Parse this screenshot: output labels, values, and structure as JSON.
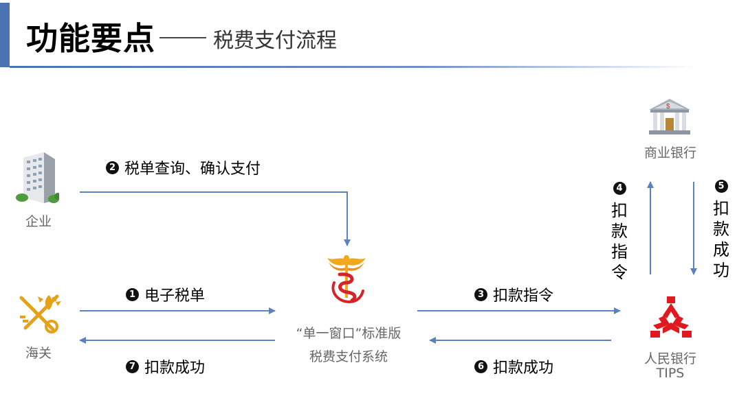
{
  "header": {
    "title": "功能要点",
    "subtitle": "税费支付流程"
  },
  "nodes": {
    "enterprise": "企业",
    "customs": "海关",
    "system_line1": "“单一窗口”标准版",
    "system_line2": "税费支付系统",
    "bank": "商业银行",
    "pbc_line1": "人民银行",
    "pbc_line2": "TIPS"
  },
  "steps": [
    {
      "num": "1",
      "label": "电子税单"
    },
    {
      "num": "2",
      "label": "税单查询、确认支付"
    },
    {
      "num": "3",
      "label": "扣款指令"
    },
    {
      "num": "4",
      "label": "扣款指令"
    },
    {
      "num": "5",
      "label": "扣款成功"
    },
    {
      "num": "6",
      "label": "扣款成功"
    },
    {
      "num": "7",
      "label": "扣款成功"
    }
  ],
  "colors": {
    "accent": "#4a72b5",
    "arrow": "#5b82bf",
    "pbc_red": "#e0191e",
    "customs_gold": "#e3a21a"
  },
  "icons": {
    "enterprise": "office-building-icon",
    "customs": "customs-emblem-icon",
    "system": "tax-emblem-icon",
    "bank": "bank-building-icon",
    "pbc": "pbc-logo-icon"
  }
}
